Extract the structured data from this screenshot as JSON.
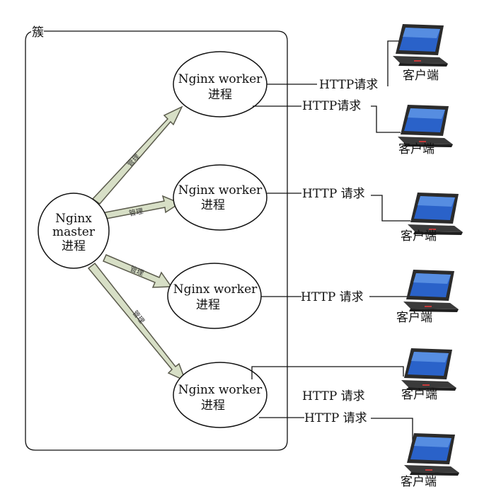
{
  "cluster_label": "簇",
  "master": {
    "line1": "Nginx",
    "line2": "master",
    "line3": "进程"
  },
  "workers": [
    {
      "line1": "Nginx worker",
      "line2": "进程"
    },
    {
      "line1": "Nginx worker",
      "line2": "进程"
    },
    {
      "line1": "Nginx worker",
      "line2": "进程"
    },
    {
      "line1": "Nginx worker",
      "line2": "进程"
    }
  ],
  "manage_label": "管理",
  "http_labels": [
    "HTTP请求",
    "HTTP请求",
    "HTTP 请求",
    "HTTP 请求",
    "HTTP 请求",
    "HTTP 请求"
  ],
  "clients": [
    "客户端",
    "客户端",
    "客户端",
    "客户端",
    "客户端",
    "客户端"
  ],
  "colors": {
    "arrow_fill": "#d7dfc6",
    "arrow_stroke": "#5a5a4c",
    "screen": "#2a62c9",
    "screen_light": "#6fa4ee",
    "laptop_body": "#3a3a3a"
  }
}
